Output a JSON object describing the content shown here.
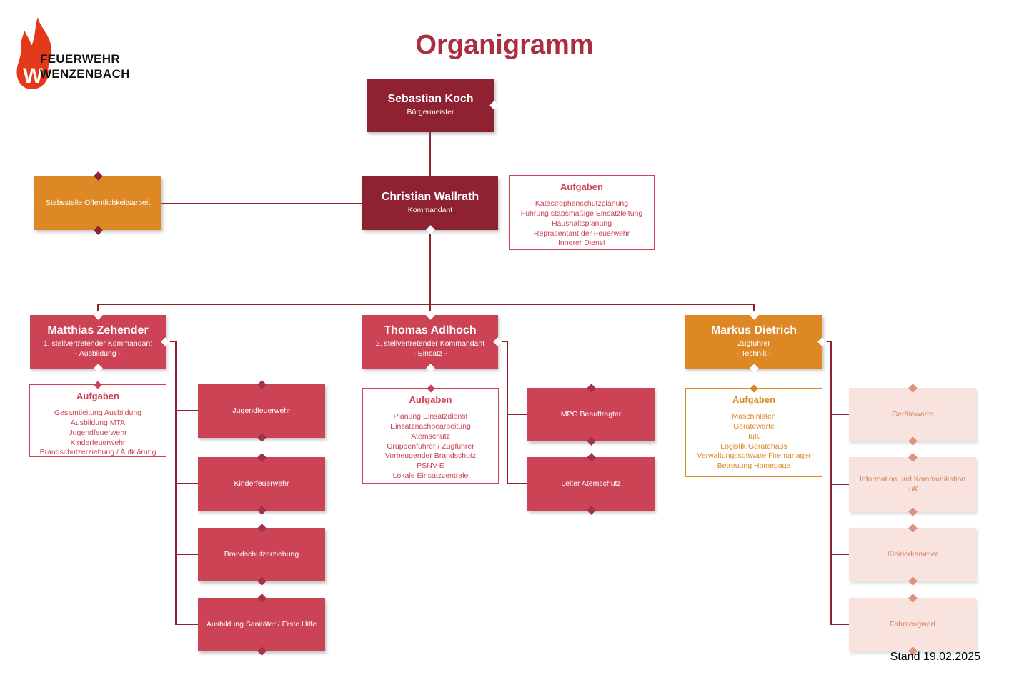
{
  "page": {
    "title": "Organigramm",
    "stand": "Stand 19.02.2025"
  },
  "logo": {
    "line1": "FEUERWEHR",
    "line2": "WENZENBACH",
    "monogram": "W"
  },
  "colors": {
    "maroon": "#8e2132",
    "crimson": "#cb4355",
    "orange": "#dd8825",
    "pale": "#f9e3de",
    "pale_text": "#d5805a",
    "title_red": "#aa2e40",
    "line": "#8e2132"
  },
  "nodes": {
    "buergermeister": {
      "name": "Sebastian Koch",
      "role": "Bürgermeister"
    },
    "kommandant": {
      "name": "Christian Wallrath",
      "role": "Kommandant"
    },
    "stabsstelle": {
      "label": "Stabsstelle Öffentlichkeitsarbeit"
    },
    "stv1": {
      "name": "Matthias Zehender",
      "role": "1. stellvertretender Kommandant",
      "area": "- Ausbildung -"
    },
    "stv2": {
      "name": "Thomas Adlhoch",
      "role": "2. stellvertretender Kommandant",
      "area": "- Einsatz -"
    },
    "zugfuehrer": {
      "name": "Markus Dietrich",
      "role": "Zugführer",
      "area": "- Technik -"
    }
  },
  "subnodes": {
    "ausbildung": [
      "Jugendfeuerwehr",
      "Kinderfeuerwehr",
      "Brandschutzerziehung",
      "Ausbildung Sanitäter / Erste Hilfe"
    ],
    "einsatz": [
      "MPG Beauftragter",
      "Leiter Atemschutz"
    ],
    "technik": [
      "Gerätewarte",
      "Information und Kommunikation IuK",
      "Kleiderkammer",
      "Fahrzeugwart"
    ]
  },
  "aufgaben": {
    "title": "Aufgaben",
    "kommandant": [
      "Katastrophenschutzplanung",
      "Führung stabsmäßige Einsatzleitung",
      "Haushaltsplanung",
      "Repräsentant der Feuerwehr",
      "Innerer Dienst"
    ],
    "ausbildung": [
      "Gesamtleitung Ausbildung",
      "Ausbildung MTA",
      "Jugendfeuerwehr",
      "Kinderfeuerwehr",
      "Brandschutzerziehung / Aufklärung"
    ],
    "einsatz": [
      "Planung Einsatzdienst",
      "Einsatznachbearbeitung",
      "Atemschutz",
      "Gruppenführer / Zugführer",
      "Vorbeugender Brandschutz",
      "PSNV-E",
      "Lokale Einsatzzentrale"
    ],
    "technik": [
      "Maschinisten",
      "Gerätewarte",
      "IuK",
      "Logistik Gerätehaus",
      "Verwaltungssoftware Firemanager",
      "Betreuung Homepage"
    ]
  }
}
